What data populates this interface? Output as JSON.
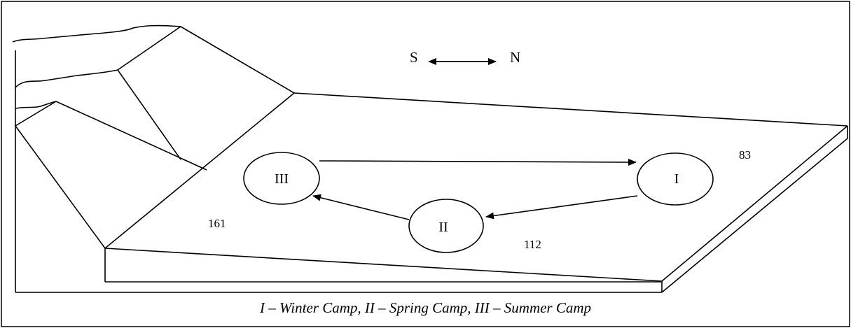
{
  "diagram": {
    "direction": {
      "south": "S",
      "north": "N"
    },
    "camps": [
      {
        "id": "III",
        "label": "III"
      },
      {
        "id": "I",
        "label": "I"
      },
      {
        "id": "II",
        "label": "II"
      }
    ],
    "numbers": {
      "n161": "161",
      "n112": "112",
      "n83": "83"
    },
    "caption": "I – Winter Camp, II – Spring Camp, III – Summer Camp",
    "colors": {
      "stroke": "#000000",
      "background": "#ffffff"
    }
  }
}
